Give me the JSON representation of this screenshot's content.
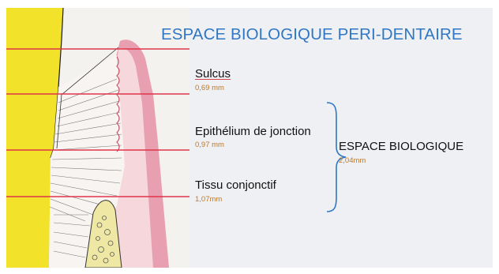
{
  "title": "ESPACE BIOLOGIQUE PERI-DENTAIRE",
  "zones": [
    {
      "label": "Sulcus",
      "value": "0,69 mm"
    },
    {
      "label": "Epithélium de jonction",
      "value": "0,97 mm"
    },
    {
      "label": "Tissu conjonctif",
      "value": "1,07mm"
    }
  ],
  "biological_space": {
    "label": "ESPACE BIOLOGIQUE",
    "value": "2,04mm"
  },
  "colors": {
    "title": "#2f77c4",
    "values": "#c0782b",
    "brace": "#2f77c4",
    "reference_lines": "#e0344a",
    "tooth": "#f2e32a",
    "gingiva": "#e8a0b0",
    "bone": "#efe8a4"
  }
}
